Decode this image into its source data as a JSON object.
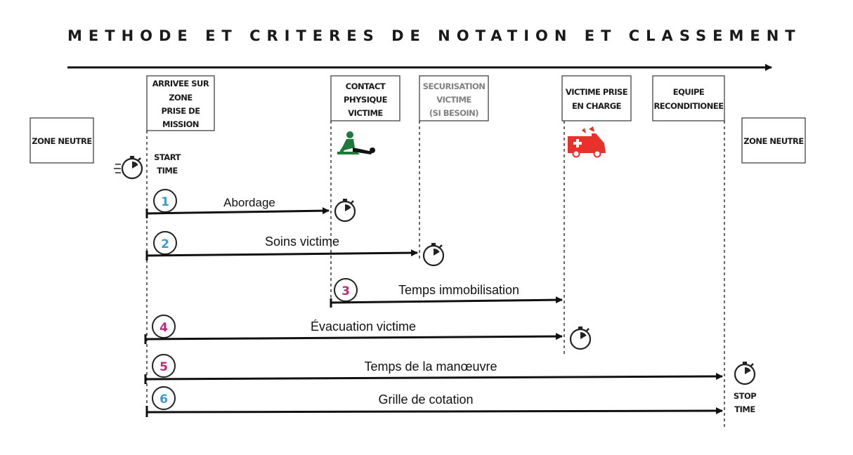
{
  "title": "METHODE ET CRITERES DE NOTATION ET CLASSEMENT",
  "zones": {
    "left": "ZONE NEUTRE",
    "right": "ZONE NEUTRE"
  },
  "milestones": [
    {
      "lines": [
        "ARRIVEE SUR",
        "ZONE",
        "PRISE DE",
        "MISSION"
      ]
    },
    {
      "lines": [
        "CONTACT",
        "PHYSIQUE",
        "VICTIME"
      ]
    },
    {
      "lines": [
        "SECURISATION",
        "VICTIME",
        "(SI BESOIN)"
      ]
    },
    {
      "lines": [
        "VICTIME PRISE",
        "EN CHARGE"
      ]
    },
    {
      "lines": [
        "EQUIPE",
        "RECONDITIONEE"
      ]
    }
  ],
  "start_time": [
    "START",
    "TIME"
  ],
  "stop_time": [
    "STOP",
    "TIME"
  ],
  "steps": [
    {
      "num": "1",
      "label": "Abordage",
      "color": "#3d9ad1"
    },
    {
      "num": "2",
      "label": "Soins victime",
      "color": "#3d9ad1"
    },
    {
      "num": "3",
      "label": "Temps immobilisation",
      "color": "#c2267a"
    },
    {
      "num": "4",
      "label": "Évacuation victime",
      "color": "#c2267a"
    },
    {
      "num": "5",
      "label": "Temps de la manœuvre",
      "color": "#c2267a"
    },
    {
      "num": "6",
      "label": "Grille de cotation",
      "color": "#3d9ad1"
    }
  ],
  "icons": {
    "stopwatch_start": "stopwatch-fast-icon",
    "contact": "cpr-icon",
    "ambulance": "ambulance-icon",
    "stopwatch": "stopwatch-icon"
  },
  "colors": {
    "ambulance": "#e8312a",
    "contact": "#1e7a3a",
    "blue": "#3d9ad1",
    "magenta": "#c2267a"
  }
}
